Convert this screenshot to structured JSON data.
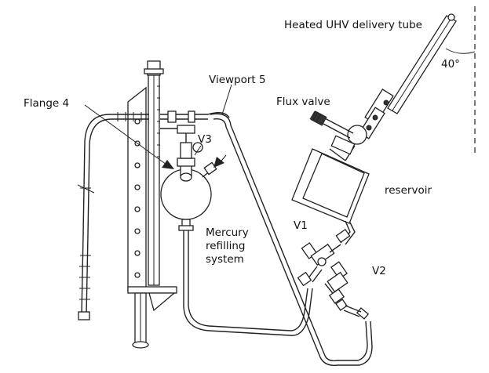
{
  "figure": {
    "labels": {
      "delivery_tube": "Heated UHV delivery tube",
      "angle": "40°",
      "viewport": "Viewport 5",
      "flange": "Flange 4",
      "flux_valve": "Flux valve",
      "v3": "V3",
      "reservoir": "reservoir",
      "v1": "V1",
      "v2": "V2",
      "mercury_line1": "Mercury",
      "mercury_line2": "refilling",
      "mercury_line3": "system"
    }
  }
}
